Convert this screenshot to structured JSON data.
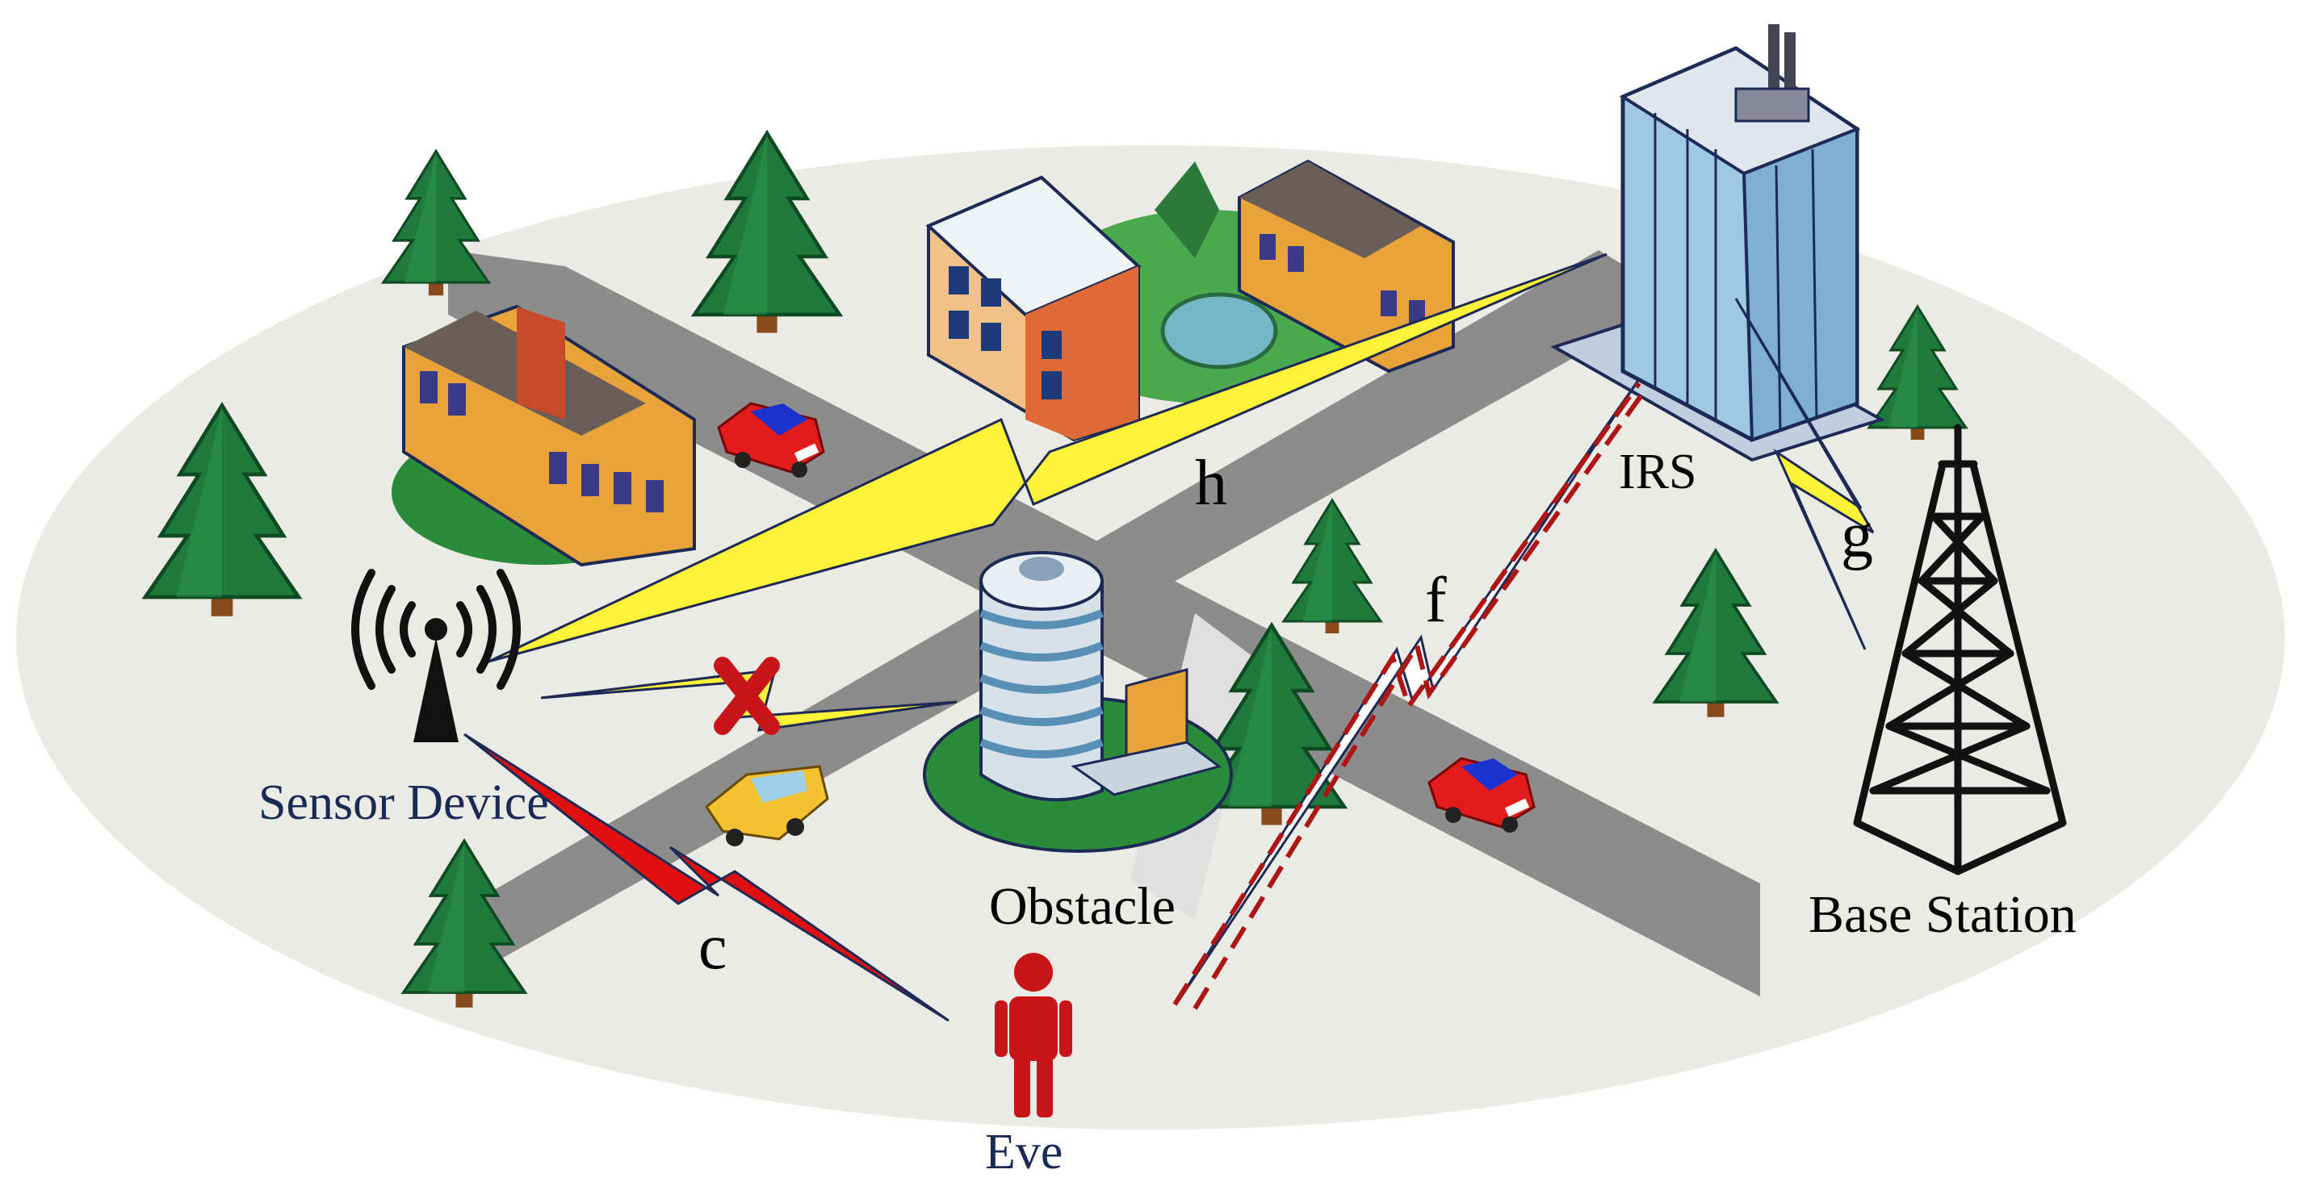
{
  "labels": {
    "sensor": "Sensor Device",
    "obstacle": "Obstacle",
    "eve": "Eve",
    "irs": "IRS",
    "base_station": "Base Station",
    "channel_h": "h",
    "channel_g": "g",
    "channel_f": "f",
    "channel_c": "c"
  },
  "colors": {
    "ground": "#ebebe6",
    "road": "#8c8c8c",
    "tree": "#1f7a3c",
    "trunk": "#8a4b1c",
    "link_yellow": "#fff33a",
    "link_red": "#e01010",
    "dash_red": "#b01515",
    "eve_red": "#c8151a",
    "text_blue": "#1a2a55",
    "glass_blue": "#9fc8e4"
  },
  "icons": {
    "blocked": "x-mark-icon",
    "sensor": "antenna-broadcast-icon",
    "tower": "lattice-tower-icon",
    "person": "person-icon",
    "building": "building-icon",
    "tree": "tree-icon",
    "car": "car-icon"
  }
}
